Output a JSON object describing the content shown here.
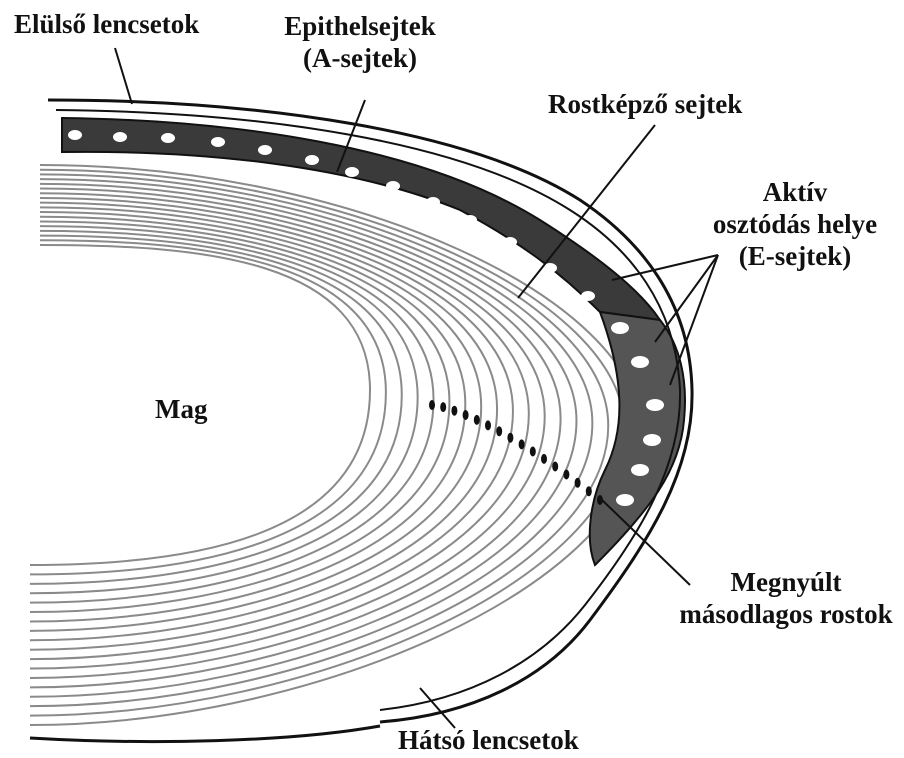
{
  "labels": {
    "anterior_capsule": "Elülső lencsetok",
    "epithelial_cells_line1": "Epithelsejtek",
    "epithelial_cells_line2": "(A-sejtek)",
    "fiber_forming_cells": "Rostképző sejtek",
    "active_division_line1": "Aktív",
    "active_division_line2": "osztódás helye",
    "active_division_line3": "(E-sejtek)",
    "nucleus": "Mag",
    "elongated_fibers_line1": "Megnyúlt",
    "elongated_fibers_line2": "másodlagos rostok",
    "posterior_capsule": "Hátsó lencsetok"
  },
  "colors": {
    "ink": "#111111",
    "epithelium_fill": "#3a3a3a",
    "active_zone_fill": "#555555",
    "fiber_line": "#8a8a8a",
    "background": "#ffffff"
  }
}
